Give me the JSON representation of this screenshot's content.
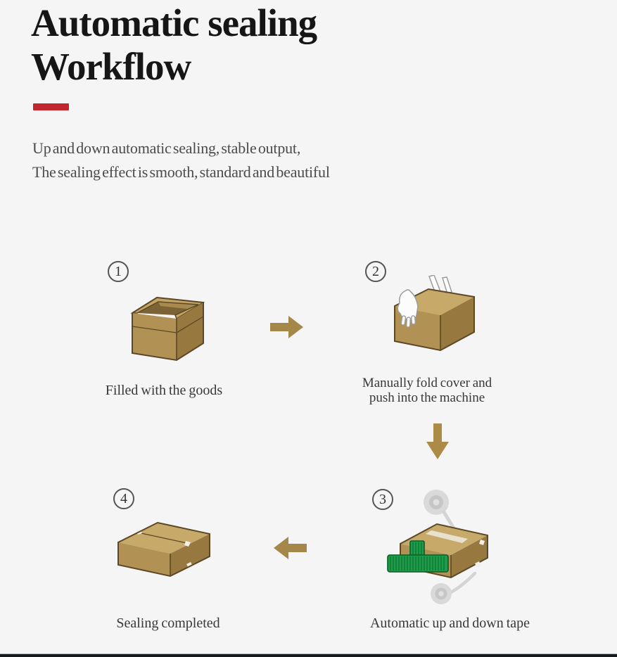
{
  "header": {
    "title": "Automatic sealing Workflow",
    "title_line1": "Automatic sealing",
    "title_line2": "Workflow",
    "subtitle_line1": "Up and down automatic sealing, stable output,",
    "subtitle_line2": "The sealing effect is smooth, standard and beautiful"
  },
  "workflow": {
    "steps": [
      {
        "number": "1",
        "caption": "Filled with the goods",
        "illustration": "open-cardboard-box"
      },
      {
        "number": "2",
        "caption": "Manually fold cover and\npush into the machine",
        "illustration": "box-with-hands-folding-cover"
      },
      {
        "number": "3",
        "caption": "Automatic up and down tape",
        "illustration": "box-taped-by-machine-with-tape-rolls"
      },
      {
        "number": "4",
        "caption": "Sealing completed",
        "illustration": "sealed-cardboard-box"
      }
    ],
    "arrows": [
      {
        "direction": "right",
        "from_step": "1",
        "to_step": "2"
      },
      {
        "direction": "down",
        "from_step": "2",
        "to_step": "3"
      },
      {
        "direction": "left",
        "from_step": "3",
        "to_step": "4"
      }
    ]
  },
  "colors": {
    "background": "#f5f5f6",
    "accent_red": "#c2262d",
    "arrow_gold": "#a5874a",
    "box_front_tan": "#b29254",
    "box_top_tan": "#c5a768",
    "box_side_tan": "#97793f",
    "box_outline": "#5c4826",
    "conveyor_green": "#1d9c4a",
    "conveyor_green_dark": "#0e6f32",
    "tape_roll_gray": "#d9d9d9",
    "bottom_bar": "#171b1f"
  }
}
